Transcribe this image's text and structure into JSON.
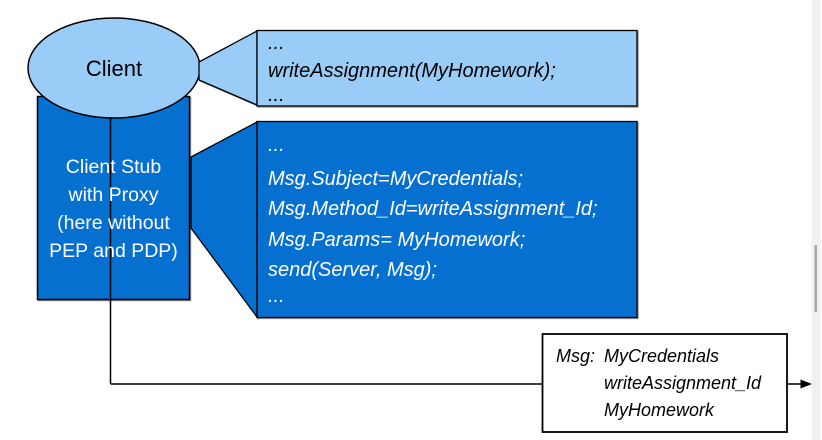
{
  "diagram": {
    "client_ellipse": {
      "label": "Client"
    },
    "client_stub": {
      "lines": [
        "Client Stub",
        "with Proxy",
        "(here without",
        "PEP and PDP)"
      ]
    },
    "callout_client_code": {
      "lines": [
        "...",
        "writeAssignment(MyHomework);",
        "..."
      ]
    },
    "callout_stub_code": {
      "lines": [
        "...",
        "Msg.Subject=MyCredentials;",
        "Msg.Method_Id=writeAssignment_Id;",
        "Msg.Params= MyHomework;",
        "send(Server, Msg);",
        "..."
      ]
    },
    "msg_box": {
      "label": "Msg:",
      "values": [
        "MyCredentials",
        "writeAssignment_Id",
        "MyHomework"
      ]
    },
    "colors": {
      "light_blue": "#9ACCF8",
      "dark_blue": "#0670D1",
      "outline": "#000000",
      "text_on_dark": "#FFFFFF",
      "scrollbar_track": "#F0F0F0",
      "scrollbar_thumb": "#A9A9A9"
    }
  }
}
